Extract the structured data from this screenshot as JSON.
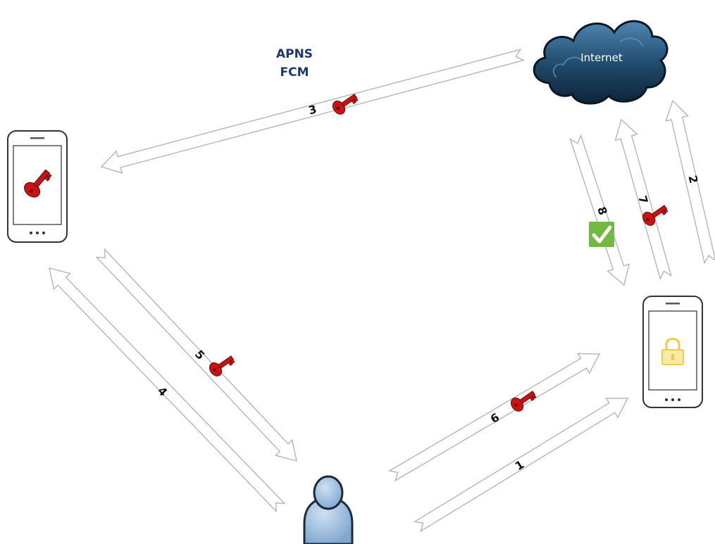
{
  "push_service": {
    "line1": "APNS",
    "line2": "FCM"
  },
  "cloud": {
    "label": "Internet",
    "icon": "cloud-icon"
  },
  "arrows": [
    {
      "number": "1",
      "has_key": false
    },
    {
      "number": "2",
      "has_key": false
    },
    {
      "number": "3",
      "has_key": true
    },
    {
      "number": "4",
      "has_key": false
    },
    {
      "number": "5",
      "has_key": true
    },
    {
      "number": "6",
      "has_key": true
    },
    {
      "number": "7",
      "has_key": true
    },
    {
      "number": "8",
      "has_key": false,
      "has_check": true
    }
  ],
  "icons": {
    "left_phone": "phone-with-key-icon",
    "right_phone": "phone-with-lock-icon",
    "user": "user-icon",
    "key": "key-icon",
    "check": "checkmark-icon"
  },
  "colors": {
    "key": "#c81414",
    "lock": "#f2c94c",
    "check_bg": "#72b843",
    "cloud": "#1e4868",
    "label_blue": "#1f3a6a",
    "user": "#9bbde0"
  }
}
